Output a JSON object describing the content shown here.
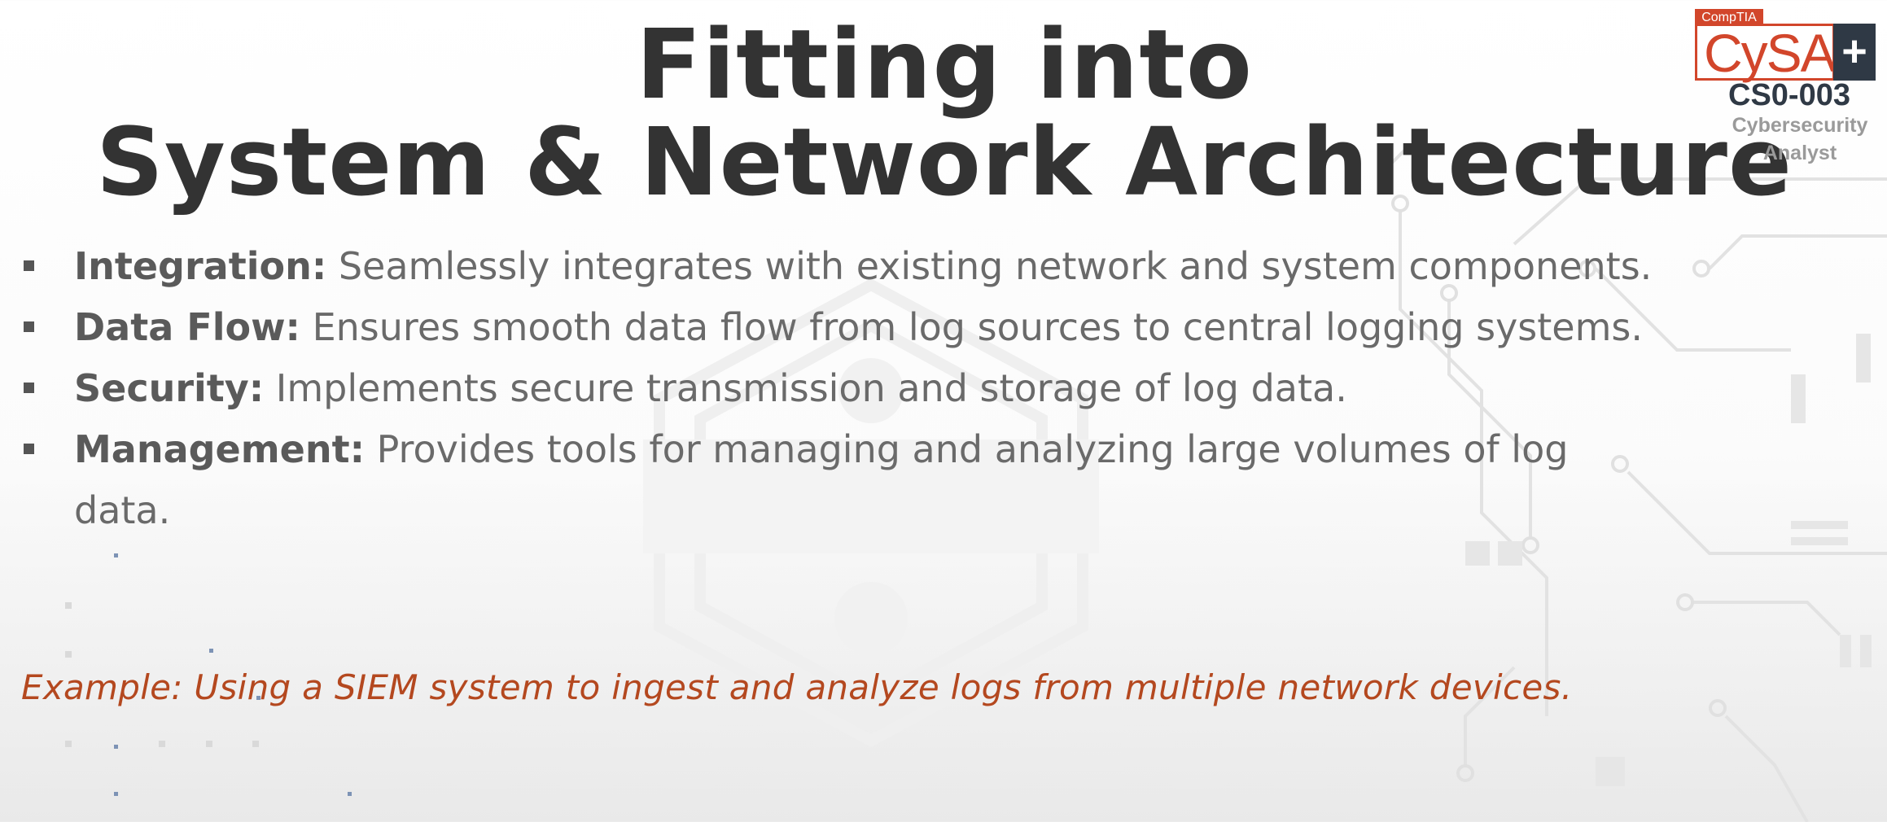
{
  "slide": {
    "title_line_1": "Fitting into",
    "title_line_2": "System & Network Architecture",
    "bullets": [
      {
        "term": "Integration:",
        "text": " Seamlessly integrates with existing network and system components."
      },
      {
        "term": "Data Flow:",
        "text": " Ensures smooth data flow from log sources to central logging systems."
      },
      {
        "term": "Security:",
        "text": " Implements secure transmission and storage of log data."
      },
      {
        "term": "Management:",
        "text": " Provides tools for managing and analyzing large volumes of log data."
      }
    ],
    "example": "Example: Using a SIEM system to ingest and analyze logs from multiple network devices."
  },
  "logo": {
    "vendor": "CompTIA",
    "name": "CySA",
    "plus": "+",
    "code": "CS0-003",
    "subtitle_1": "Cybersecurity",
    "subtitle_2": "Analyst"
  },
  "colors": {
    "title": "#333333",
    "body_text": "#6a6a6a",
    "example_text": "#b4481f",
    "logo_red": "#d2462b",
    "logo_dark": "#2f3945"
  },
  "icons": {
    "bullet": "square-bullet-icon",
    "background": "circuit-pattern",
    "watermark": "certification-hub-badge"
  }
}
